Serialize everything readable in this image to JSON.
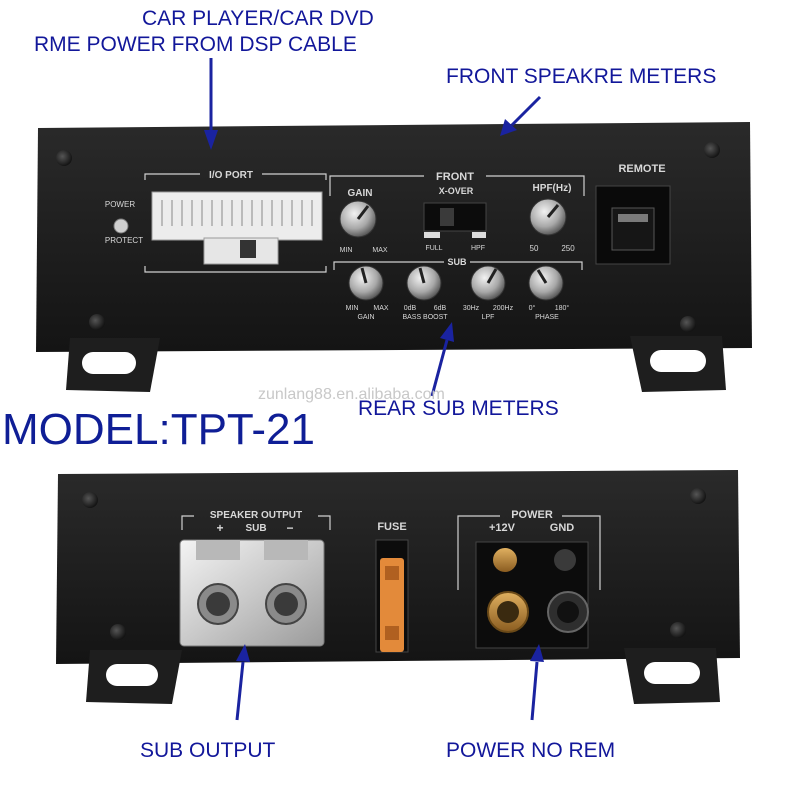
{
  "callouts": {
    "car_player": "CAR PLAYER/CAR DVD",
    "rme_power": "RME POWER FROM DSP CABLE",
    "front_meters": "FRONT  SPEAKRE METERS",
    "rear_sub": "REAR SUB METERS",
    "sub_output": "SUB OUTPUT",
    "power_no_rem": "POWER NO REM"
  },
  "model": "MODEL:TPT-21",
  "watermark": "zunlang88.en.alibaba.com",
  "front_panel": {
    "power_label": "POWER",
    "protect_label": "PROTECT",
    "io_port": "I/O PORT",
    "front": "FRONT",
    "gain": "GAIN",
    "min": "MIN",
    "max": "MAX",
    "xover": "X-OVER",
    "full": "FULL",
    "hpf": "HPF",
    "hpf_hz": "HPF(Hz)",
    "hpf_50": "50",
    "hpf_250": "250",
    "remote": "REMOTE",
    "sub": "SUB",
    "sub_gain": "GAIN",
    "sub_min": "MIN",
    "sub_max": "MAX",
    "db0": "0dB",
    "db6": "6dB",
    "bass_boost": "BASS BOOST",
    "hz30": "30Hz",
    "hz200": "200Hz",
    "lpf": "LPF",
    "deg0": "0°",
    "deg180": "180°",
    "phase": "PHASE"
  },
  "rear_panel": {
    "speaker_output": "SPEAKER OUTPUT",
    "plus": "+",
    "sub": "SUB",
    "minus": "−",
    "fuse": "FUSE",
    "power": "POWER",
    "v12": "+12V",
    "gnd": "GND"
  },
  "colors": {
    "callout_text": "#12179a",
    "arrow": "#1a23a0",
    "panel": "#1c1c1c",
    "fuse": "#e38a3a",
    "brass": "#b5853a"
  }
}
